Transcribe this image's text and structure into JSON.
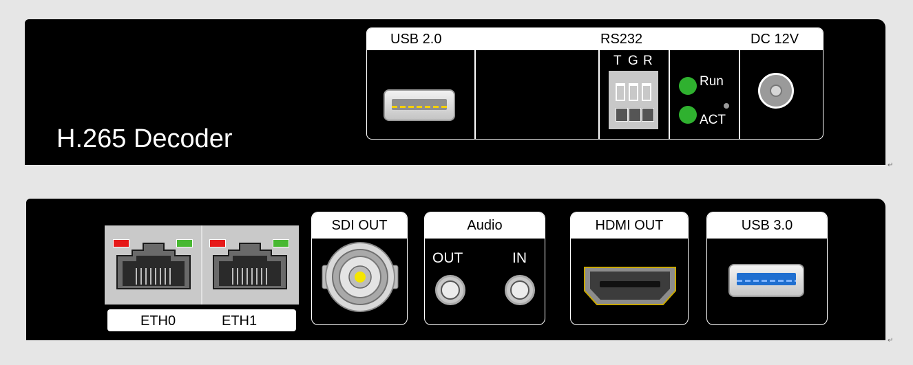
{
  "top_panel": {
    "title": "H.265 Decoder",
    "headers": {
      "usb": "USB 2.0",
      "rs232": "RS232",
      "dc": "DC 12V"
    },
    "rs232_pins": [
      "T",
      "G",
      "R"
    ],
    "leds": {
      "run": "Run",
      "act": "ACT"
    }
  },
  "bottom_panel": {
    "ethernet": {
      "ports": [
        "ETH0",
        "ETH1"
      ]
    },
    "sdi": {
      "label": "SDI OUT"
    },
    "audio": {
      "label": "Audio",
      "out": "OUT",
      "in": "IN"
    },
    "hdmi": {
      "label": "HDMI OUT"
    },
    "usb3": {
      "label": "USB 3.0"
    }
  },
  "colors": {
    "panel": "#000000",
    "led_green": "#2fb12f",
    "led_red": "#e61919",
    "sdi_center": "#f5e600",
    "usb3_blue": "#1f6fd0",
    "usb2_yellow": "#f5d000"
  }
}
